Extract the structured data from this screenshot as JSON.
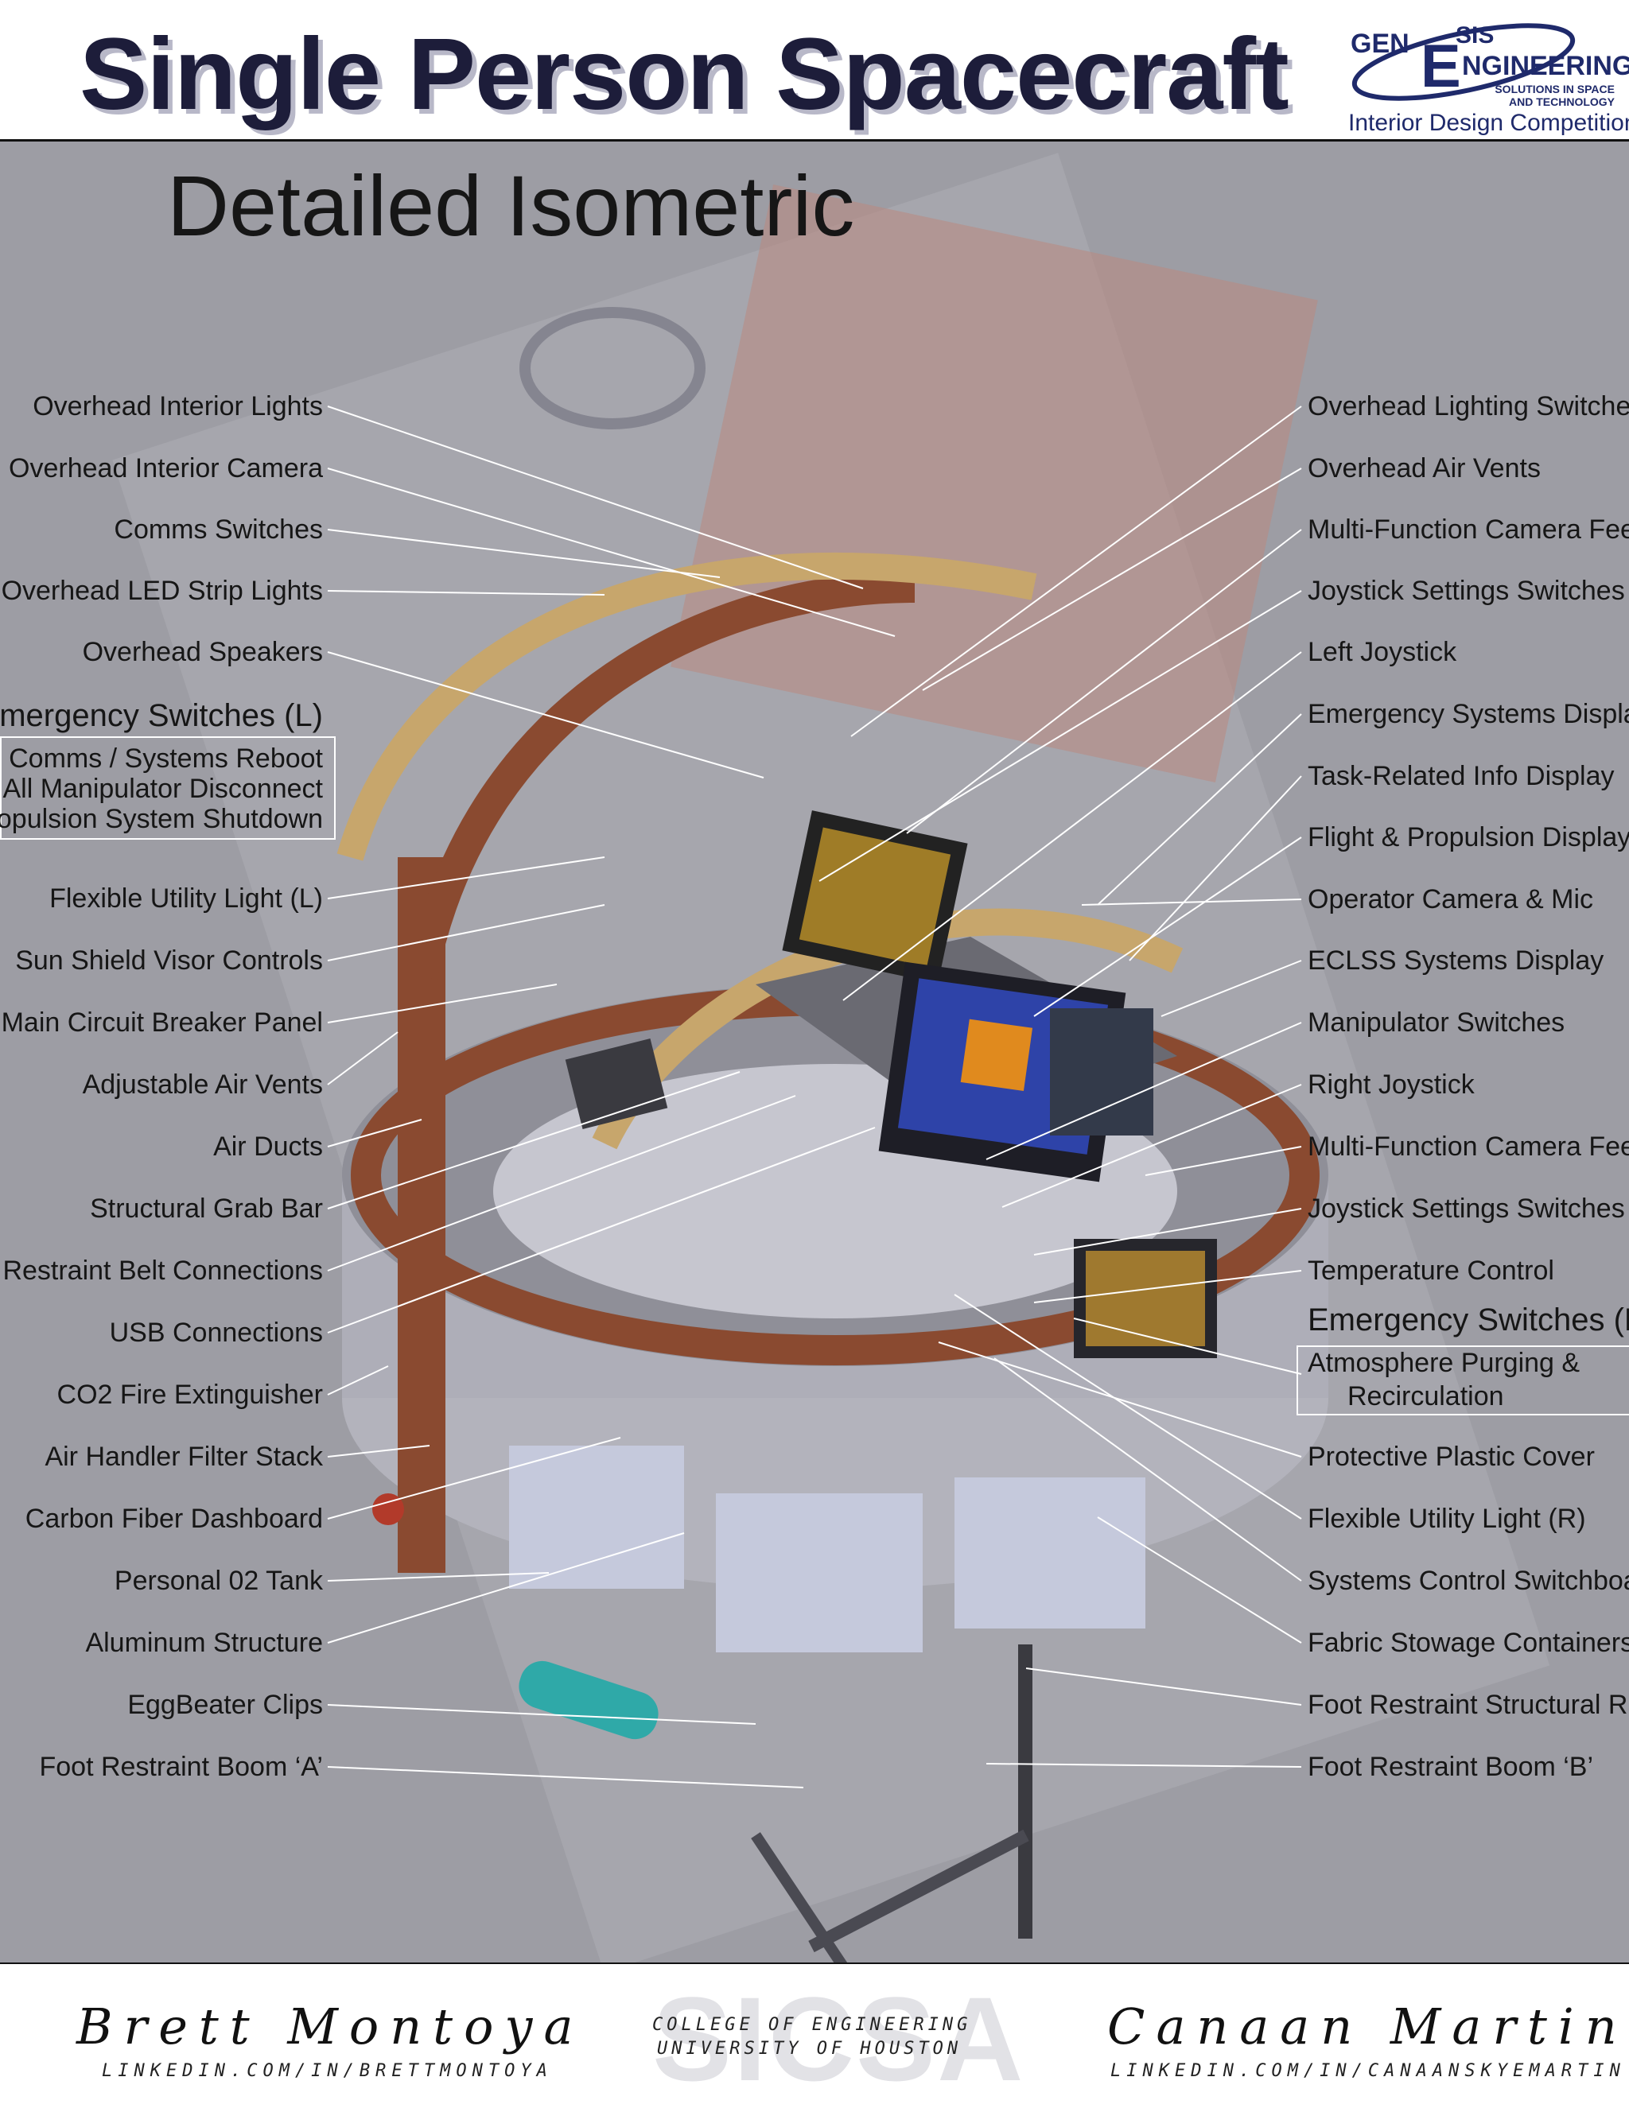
{
  "header": {
    "title": "Single Person Spacecraft",
    "logo": {
      "line1": "GEN",
      "line2": "SIS",
      "line3": "NGINEERING",
      "big_letter": "E",
      "tagline1": "SOLUTIONS IN SPACE",
      "tagline2": "AND TECHNOLOGY",
      "competition": "Interior Design Competition"
    }
  },
  "subtitle": "Detailed Isometric",
  "labels_left": [
    "Overhead Interior Lights",
    "Overhead Interior Camera",
    "Comms Switches",
    "Overhead LED Strip Lights",
    "Overhead Speakers",
    "Flexible Utility Light (L)",
    "Sun Shield Visor Controls",
    "Main Circuit Breaker Panel",
    "Adjustable Air Vents",
    "Air Ducts",
    "Structural Grab Bar",
    "Restraint Belt Connections",
    "USB Connections",
    "CO2 Fire Extinguisher",
    "Air Handler Filter Stack",
    "Carbon Fiber Dashboard",
    "Personal 02 Tank",
    "Aluminum Structure",
    "EggBeater Clips",
    "Foot Restraint Boom ‘A’"
  ],
  "emergency_left": {
    "heading": "Emergency Switches (L)",
    "items": [
      "Comms / Systems Reboot",
      "All Manipulator Disconnect",
      "Propulsion System Shutdown"
    ]
  },
  "labels_right": [
    "Overhead Lighting Switches",
    "Overhead Air Vents",
    "Multi-Function Camera Feed",
    "Joystick Settings Switches (L)",
    "Left Joystick",
    "Emergency Systems Display",
    "Task-Related Info Display",
    "Flight & Propulsion Display",
    "Operator Camera & Mic",
    "ECLSS Systems Display",
    "Manipulator Switches",
    "Right Joystick",
    "Multi-Function Camera Feed",
    "Joystick Settings Switches (R)",
    "Temperature Control",
    "Protective Plastic Cover",
    "Flexible Utility Light (R)",
    "Systems Control Switchboard",
    "Fabric Stowage Containers",
    "Foot Restraint Structural Rail",
    "Foot Restraint Boom ‘B’"
  ],
  "emergency_right": {
    "heading": "Emergency Switches (R)",
    "items": [
      "Atmosphere Purging &",
      "Recirculation"
    ]
  },
  "footer": {
    "author1": "Brett Montoya",
    "link1": "LINKEDIN.COM/IN/BRETTMONTOYA",
    "college1": "COLLEGE OF ENGINEERING",
    "college2": "UNIVERSITY OF HOUSTON",
    "emblem": "SICSA",
    "author2": "Canaan Martin",
    "link2": "LINKEDIN.COM/IN/CANAANSKYEMARTIN"
  },
  "colors": {
    "background": "#9d9da4",
    "duct": "#8a4a30",
    "wood_ring": "#c7a66c",
    "title": "#1d1d3a"
  }
}
